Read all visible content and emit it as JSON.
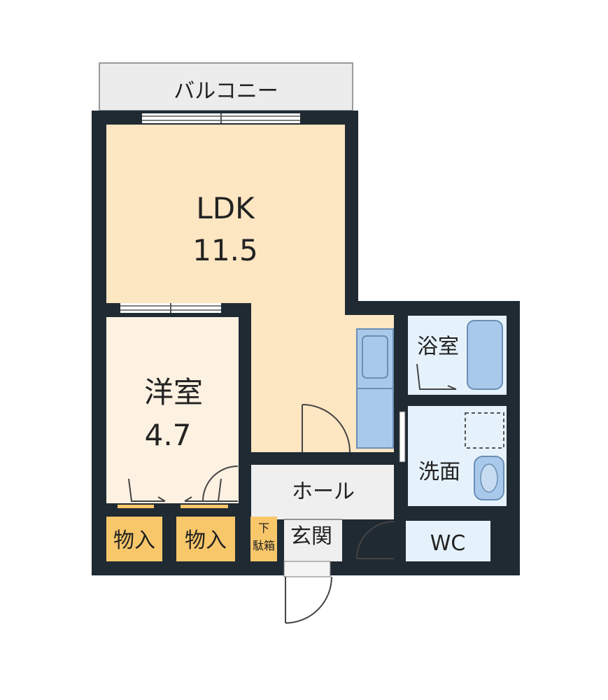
{
  "colors": {
    "wall": "#1f2a33",
    "balcony_fill": "#ececec",
    "ldk_fill": "#fde6c2",
    "bedroom_fill": "#fdf1e2",
    "hall_fill": "#efefef",
    "wet_fill": "#e6f2fb",
    "fixture_fill": "#a9c9ea",
    "storage_fill": "#f8c76a"
  },
  "rooms": {
    "balcony": {
      "label": "バルコニー"
    },
    "ldk": {
      "label": "LDK",
      "size": "11.5"
    },
    "bedroom": {
      "label": "洋室",
      "size": "4.7"
    },
    "hall": {
      "label": "ホール"
    },
    "entrance": {
      "label": "玄関"
    },
    "bath": {
      "label": "浴室"
    },
    "washroom": {
      "label": "洗面"
    },
    "wc": {
      "label": "WC"
    },
    "closet_1": {
      "label": "物入"
    },
    "closet_2": {
      "label": "物入"
    },
    "shoe_box": {
      "label_top": "下",
      "label_bottom": "駄箱"
    }
  }
}
